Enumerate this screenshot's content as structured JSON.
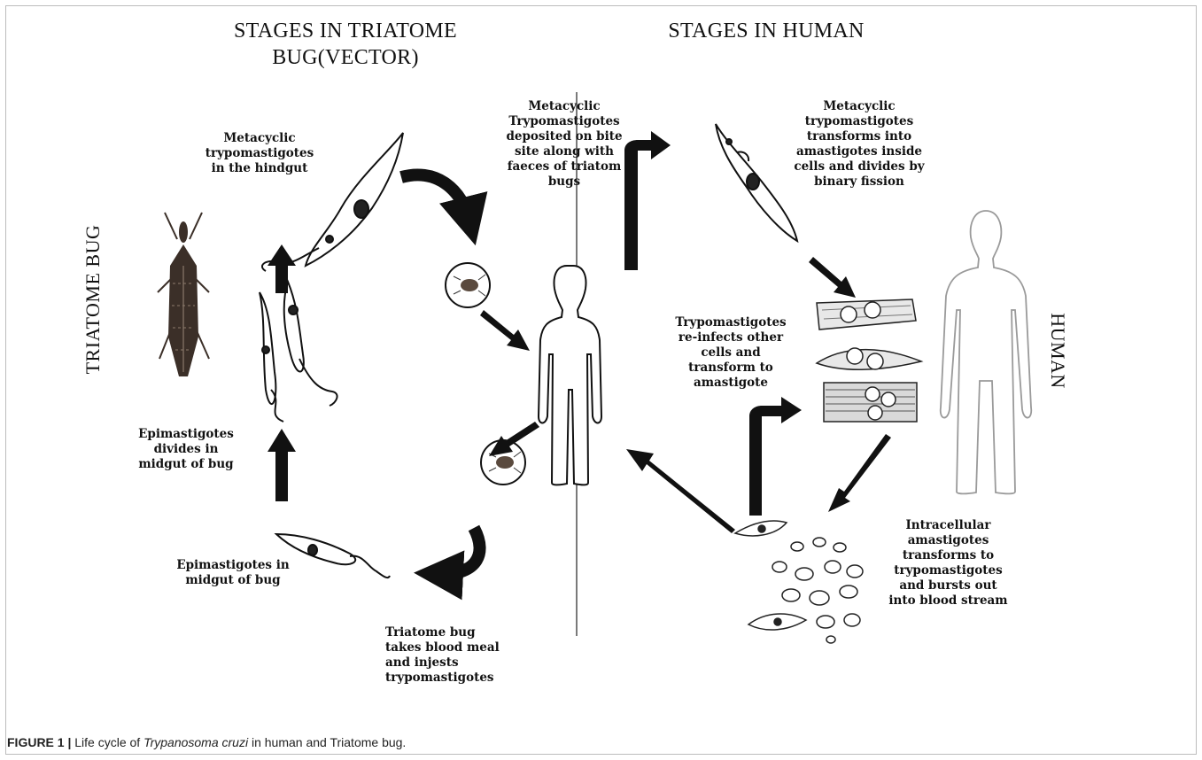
{
  "headers": {
    "vector_line1": "STAGES IN TRIATOME",
    "vector_line2": "BUG(VECTOR)",
    "human": "STAGES IN HUMAN"
  },
  "side_labels": {
    "left": "TRIATOME BUG",
    "right": "HUMAN"
  },
  "labels": {
    "meta_hindgut": "Metacyclic\ntrypomastigotes\nin the hindgut",
    "deposited": "Metacyclic\nTrypomastigotes\ndeposited on bite\nsite along with\nfaeces of triatom\nbugs",
    "transforms_amastigotes": "Metacyclic\ntrypomastigotes\ntransforms into\namastigotes  inside\ncells and divides by\nbinary fission",
    "epi_divides": "Epimastigotes\ndivides in\nmidgut of bug",
    "epi_midgut": "Epimastigotes in\nmidgut of bug",
    "reinfects": "Trypomastigotes\nre-infects other\ncells and\ntransform to\namastigote",
    "intracellular": "Intracellular\namastigotes\ntransforms to\ntrypomastigotes\nand bursts out\ninto blood stream",
    "blood_meal": "Triatome bug\ntakes blood meal\nand injests\ntrypomastigotes"
  },
  "caption": {
    "prefix": "FIGURE 1 |",
    "text_before": " Life cycle of ",
    "italic": "Trypanosoma cruzi",
    "text_after": " in human and Triatome bug."
  },
  "colors": {
    "ink": "#111111",
    "outline_gray": "#9a9a9a",
    "bug_brown": "#3b2f28"
  }
}
